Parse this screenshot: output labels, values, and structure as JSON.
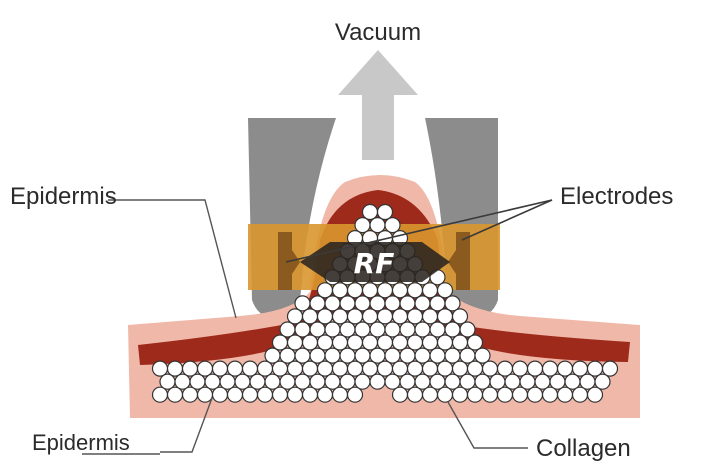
{
  "labels": {
    "vacuum": "Vacuum",
    "electrodes": "Electrodes",
    "epidermis_top": "Epidermis",
    "epidermis_bottom": "Epidermis",
    "collagen": "Collagen",
    "rf": "RF"
  },
  "colors": {
    "epidermis_pink": "#f0b8a8",
    "dermis_red": "#9e2a1c",
    "electrode_gray": "#8c8c8c",
    "electrode_band": "#d9962e",
    "electrode_tab": "#8a5a1e",
    "arrow_gray": "#c8c8c8",
    "rf_dark": "#2a2420",
    "collagen_fill": "#ffffff",
    "collagen_stroke": "#333333"
  }
}
